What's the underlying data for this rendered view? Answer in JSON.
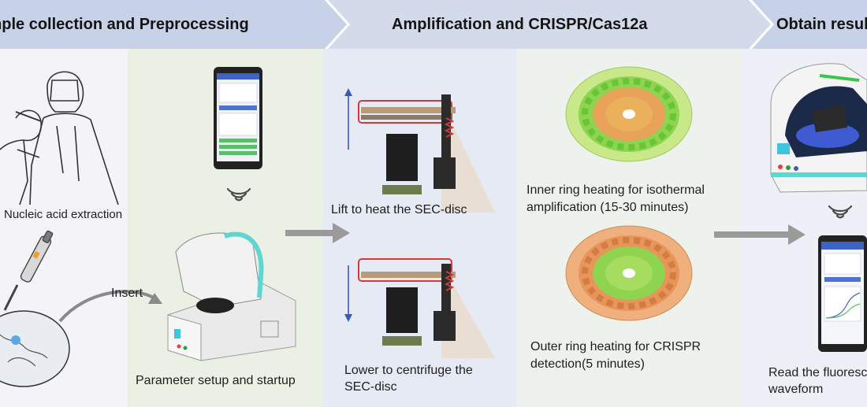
{
  "stages": [
    {
      "title": "Sample collection and Preprocessing"
    },
    {
      "title": "Amplification and CRISPR/Cas12a"
    },
    {
      "title": "Obtain results"
    }
  ],
  "labels": {
    "nucleic": "Nucleic acid extraction",
    "insert": "Insert",
    "parameter": "Parameter setup and startup",
    "lift": "Lift to heat the SEC-disc",
    "lower_1": "Lower to centrifuge the",
    "lower_2": "SEC-disc",
    "inner_1": "Inner ring heating for isothermal",
    "inner_2": "amplification (15-30 minutes)",
    "outer_1": "Outer ring heating for CRISPR",
    "outer_2": "detection(5 minutes)",
    "read_1": "Read the fluorescence",
    "read_2": "waveform"
  },
  "colors": {
    "header_bg": "#c9d3e6",
    "panel_white": "#f3f3f7",
    "panel_green": "#eaf0e4",
    "panel_blue": "#e4e9f3",
    "panel_grey": "#eef0f4",
    "arrow": "#9a9a9a",
    "highlight_red": "#d33a3a",
    "heat_green": "#6fd33a",
    "heat_orange": "#e88a4a",
    "device_teal": "#5fd6d2"
  },
  "icons": [
    "person-swab-icon",
    "pipette-icon",
    "phone-app-icon",
    "wireless-signal-icon",
    "centrifuge-device-icon",
    "lift-mechanism-icon",
    "heated-disc-icon",
    "fluorescence-reader-icon"
  ]
}
